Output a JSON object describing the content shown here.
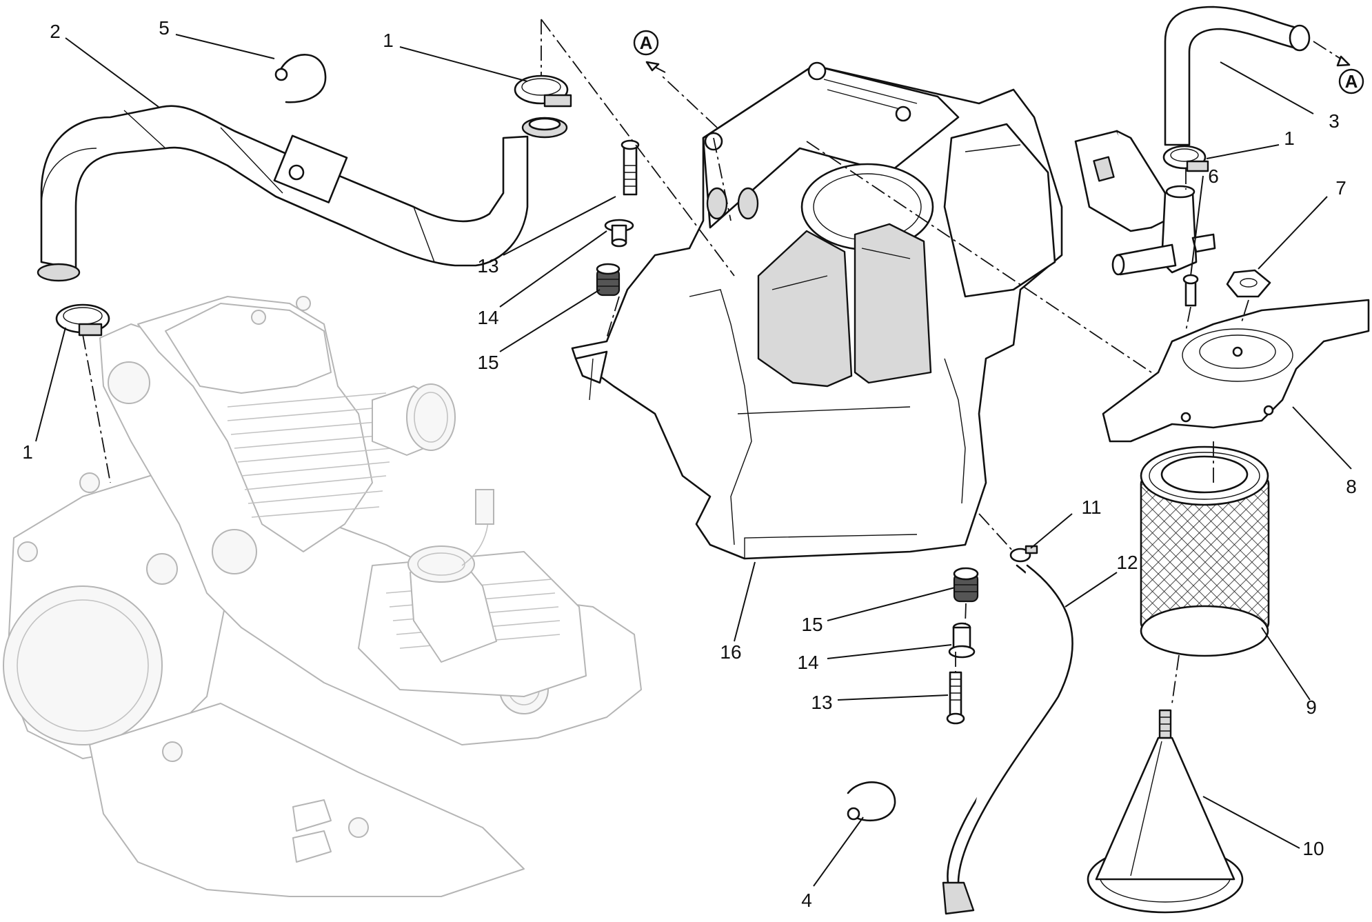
{
  "callouts": {
    "c1_top": "1",
    "c1_left": "1",
    "c1_right": "1",
    "c2": "2",
    "c3": "3",
    "c4": "4",
    "c5": "5",
    "c6": "6",
    "c7": "7",
    "c8": "8",
    "c9": "9",
    "c10": "10",
    "c11": "11",
    "c12": "12",
    "c13_top": "13",
    "c13_bottom": "13",
    "c14_top": "14",
    "c14_bottom": "14",
    "c15_top": "15",
    "c15_bottom": "15",
    "c16": "16"
  },
  "references": {
    "ref_a_left": "A",
    "ref_a_right": "A"
  }
}
